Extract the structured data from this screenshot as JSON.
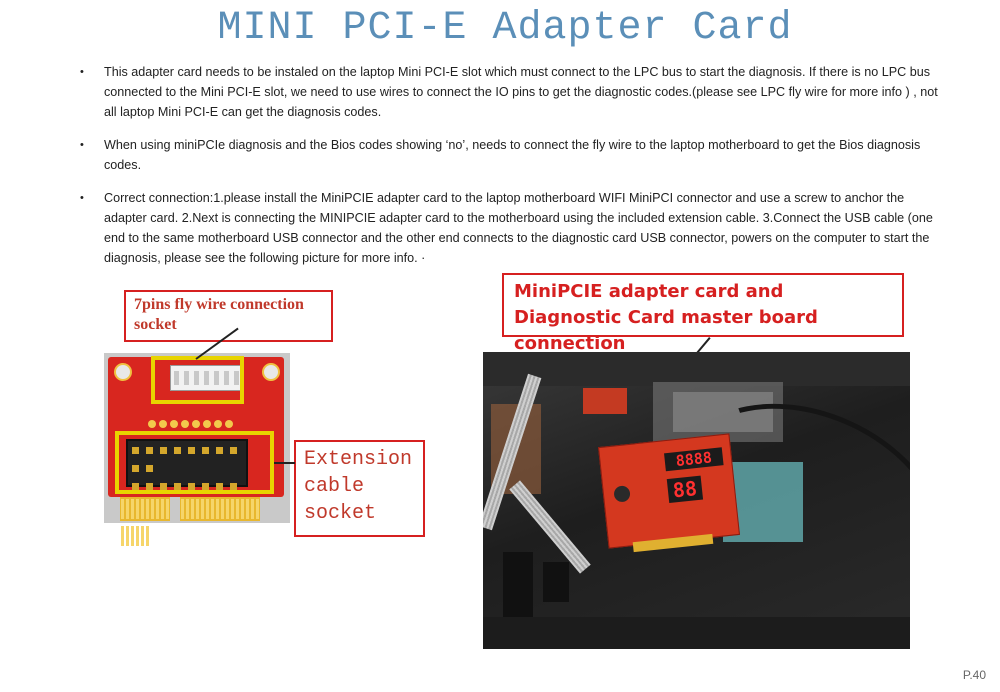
{
  "page": {
    "title": "MINI PCI-E Adapter Card",
    "page_number": "P.40"
  },
  "bullets": [
    {
      "symbol": "•",
      "text": "This adapter card needs to be instaled on the laptop Mini PCI-E slot which must connect to the LPC bus to start the diagnosis. If there is no LPC bus connected to the Mini PCI-E slot, we need to use wires to connect the IO pins to get the diagnostic codes.(please see LPC fly wire for more info ) , not all laptop Mini PCI-E can get the diagnosis codes."
    },
    {
      "symbol": "•",
      "text": "When using miniPCIe diagnosis and the Bios codes showing ‘no’, needs to connect the fly wire to the laptop motherboard to get the Bios diagnosis codes."
    },
    {
      "symbol": "•",
      "text": "Correct connection:1.please install the MiniPCIE adapter card to the laptop motherboard WIFI MiniPCI connector and use a screw to anchor the adapter card. 2.Next is connecting the MINIPCIE adapter card to the motherboard using the included extension cable. 3.Connect the USB cable (one end to the same motherboard USB connector and the other end connects to the diagnostic card USB connector, powers on the computer to start the diagnosis, please see the following picture for more info. ·"
    }
  ],
  "callouts": {
    "fly_wire": "7pins fly wire connection socket",
    "extension": "Extension cable socket",
    "master": "MiniPCIE adapter card and Diagnostic Card master board connection"
  },
  "photo": {
    "display_top": "8888",
    "display_bottom": "88"
  },
  "colors": {
    "title": "#5b8fb8",
    "callout_border": "#d62020",
    "highlight": "#e8d400"
  }
}
